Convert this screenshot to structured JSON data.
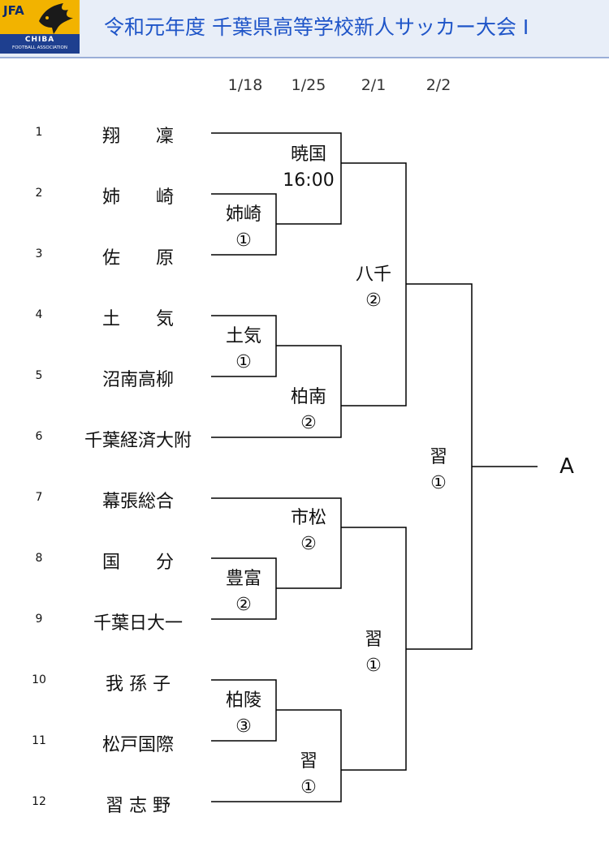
{
  "header": {
    "logo": {
      "abbr": "JFA",
      "name": "CHIBA",
      "org": "FOOTBALL ASSOCIATION"
    },
    "title": "令和元年度 千葉県高等学校新人サッカー大会 I"
  },
  "dates": [
    "1/18",
    "1/25",
    "2/1",
    "2/2"
  ],
  "teams": [
    {
      "no": "1",
      "name": "翔　　凜"
    },
    {
      "no": "2",
      "name": "姉　　崎"
    },
    {
      "no": "3",
      "name": "佐　　原"
    },
    {
      "no": "4",
      "name": "土　　気"
    },
    {
      "no": "5",
      "name": "沼南高柳"
    },
    {
      "no": "6",
      "name": "千葉経済大附"
    },
    {
      "no": "7",
      "name": "幕張総合"
    },
    {
      "no": "8",
      "name": "国　　分"
    },
    {
      "no": "9",
      "name": "千葉日大一"
    },
    {
      "no": "10",
      "name": "我 孫 子"
    },
    {
      "no": "11",
      "name": "松戸国際"
    },
    {
      "no": "12",
      "name": "習 志 野"
    }
  ],
  "results": {
    "m_2_3": {
      "winner": "姉崎",
      "score": "①"
    },
    "m_4_5": {
      "winner": "土気",
      "score": "①"
    },
    "m_8_9": {
      "winner": "豊富",
      "score": "②"
    },
    "m_10_11": {
      "winner": "柏陵",
      "score": "③"
    },
    "m_1_23": {
      "winner": "暁国",
      "score": "16:00"
    },
    "m_45_6": {
      "winner": "柏南",
      "score": "②"
    },
    "m_7_89": {
      "winner": "市松",
      "score": "②"
    },
    "m_1011_12": {
      "winner": "習",
      "score": "①"
    },
    "sf_top": {
      "winner": "八千",
      "score": "②"
    },
    "sf_bottom": {
      "winner": "習",
      "score": "①"
    },
    "final": {
      "winner": "習",
      "score": "①"
    }
  },
  "block": "A"
}
